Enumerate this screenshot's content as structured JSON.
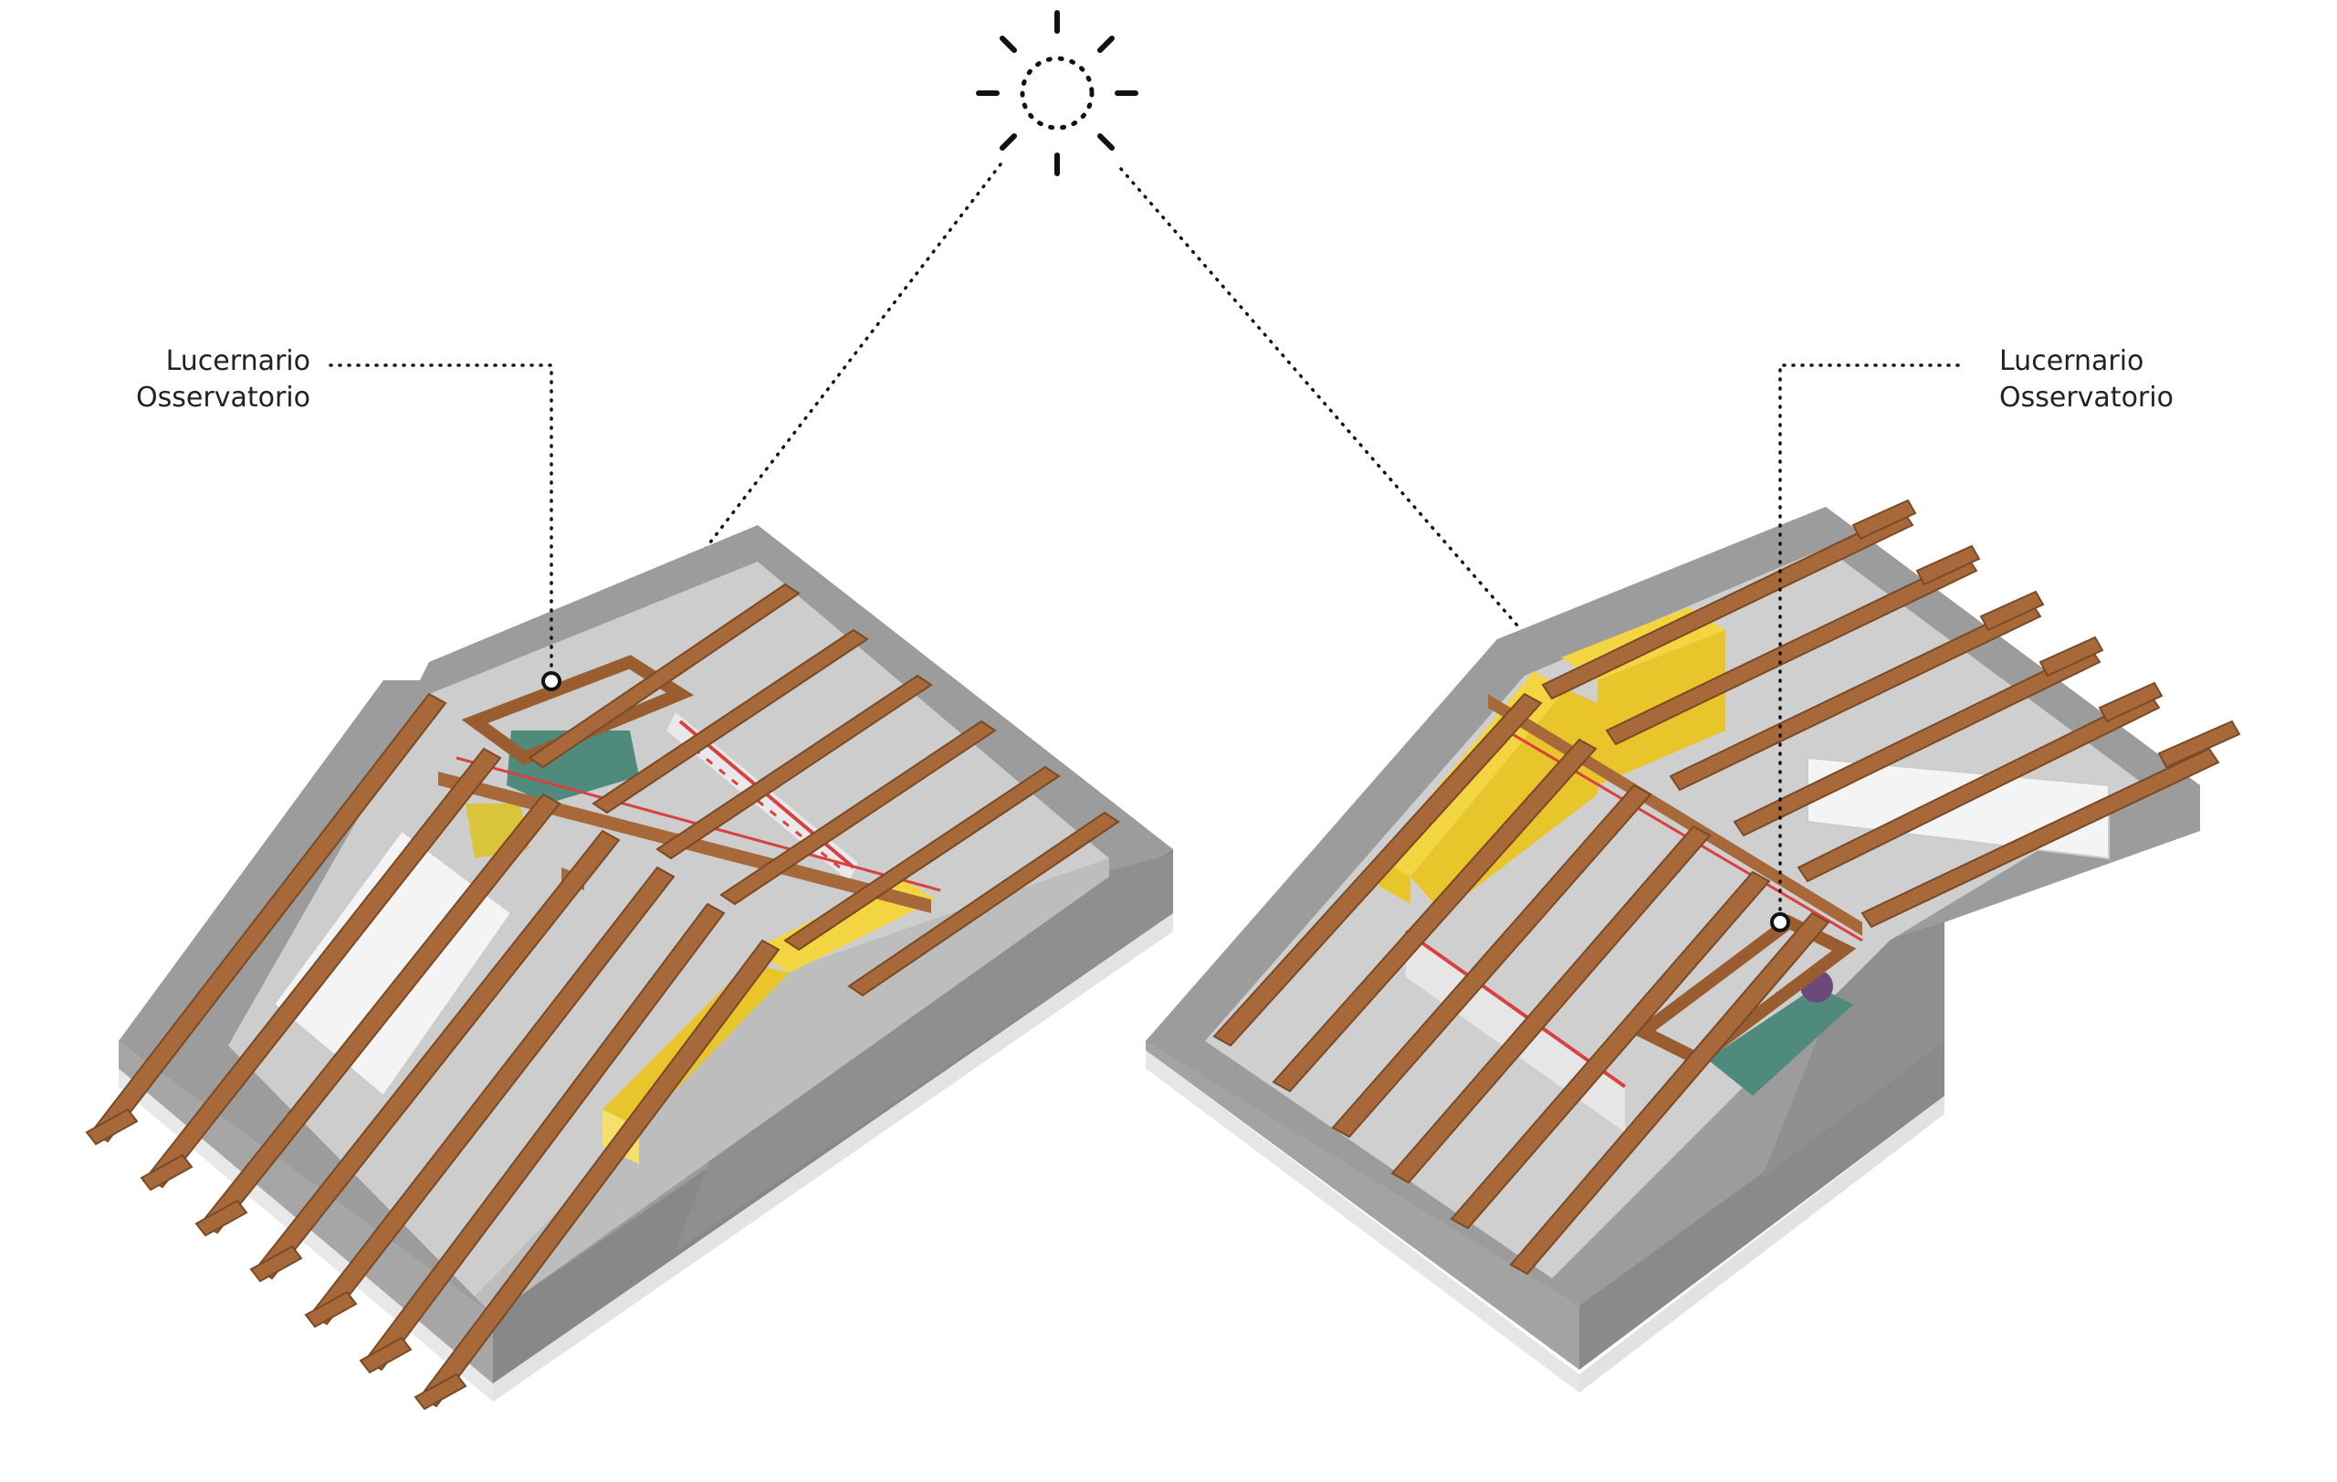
{
  "labels": {
    "left": {
      "line1": "Lucernario",
      "line2": "Osservatorio"
    },
    "right": {
      "line1": "Lucernario",
      "line2": "Osservatorio"
    }
  },
  "icons": {
    "sun": "sun-icon"
  },
  "colors": {
    "concrete": "#9a9a9a",
    "concrete_dark": "#7d7d7d",
    "floor": "#cfcfcf",
    "wood": "#a8693a",
    "wood_dark": "#7a4a24",
    "yellow": "#f2d23c",
    "red": "#d94040",
    "teal": "#4f8a7d",
    "white": "#f4f4f4",
    "ink": "#222222"
  }
}
